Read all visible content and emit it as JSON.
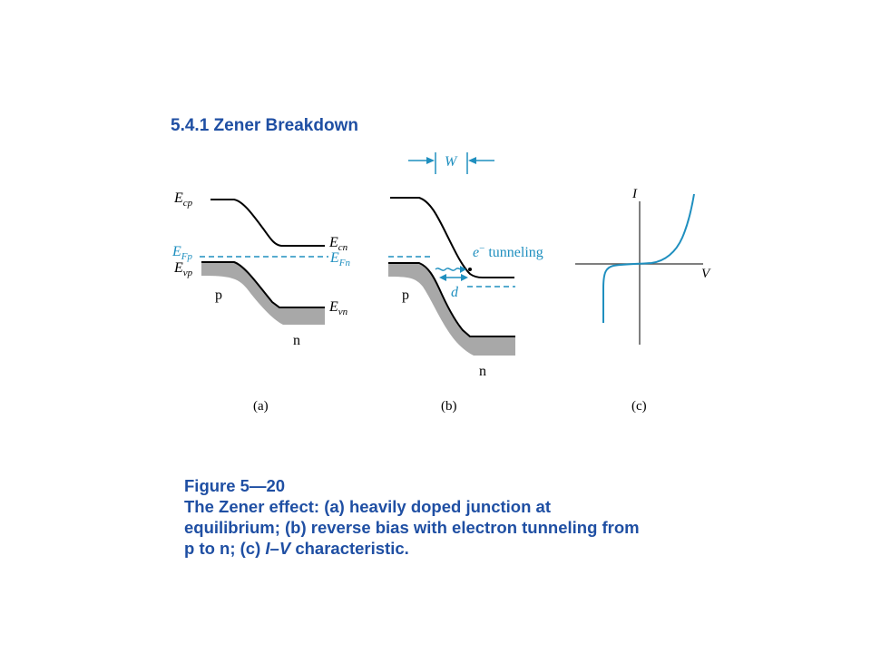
{
  "slide": {
    "title": "5.4.1 Zener Breakdown"
  },
  "panel_a": {
    "label": "(a)",
    "ecp": "E",
    "ecp_sub": "cp",
    "efp": "E",
    "efp_sub": "Fp",
    "evp": "E",
    "evp_sub": "vp",
    "ecn": "E",
    "ecn_sub": "cn",
    "efn": "E",
    "efn_sub": "Fn",
    "evn": "E",
    "evn_sub": "vn",
    "p_region": "p",
    "n_region": "n"
  },
  "panel_b": {
    "label": "(b)",
    "width_label": "W",
    "tunneling_label": "e",
    "tunneling_sup": "−",
    "tunneling_text": " tunneling",
    "d_label": "d",
    "p_region": "p",
    "n_region": "n"
  },
  "panel_c": {
    "label": "(c)",
    "i_axis": "I",
    "v_axis": "V"
  },
  "colors": {
    "accent": "#1f8fbf",
    "band": "#000000",
    "shade": "#a8a8a8",
    "title_blue": "#1f4fa3"
  },
  "caption": {
    "line1": "Figure 5—20",
    "line2": "The Zener effect: (a) heavily doped junction at",
    "line3": "equilibrium; (b) reverse bias with electron tunneling from",
    "line4_prefix": "p to n; (c) ",
    "line4_italic": "I–V",
    "line4_suffix": " characteristic."
  }
}
